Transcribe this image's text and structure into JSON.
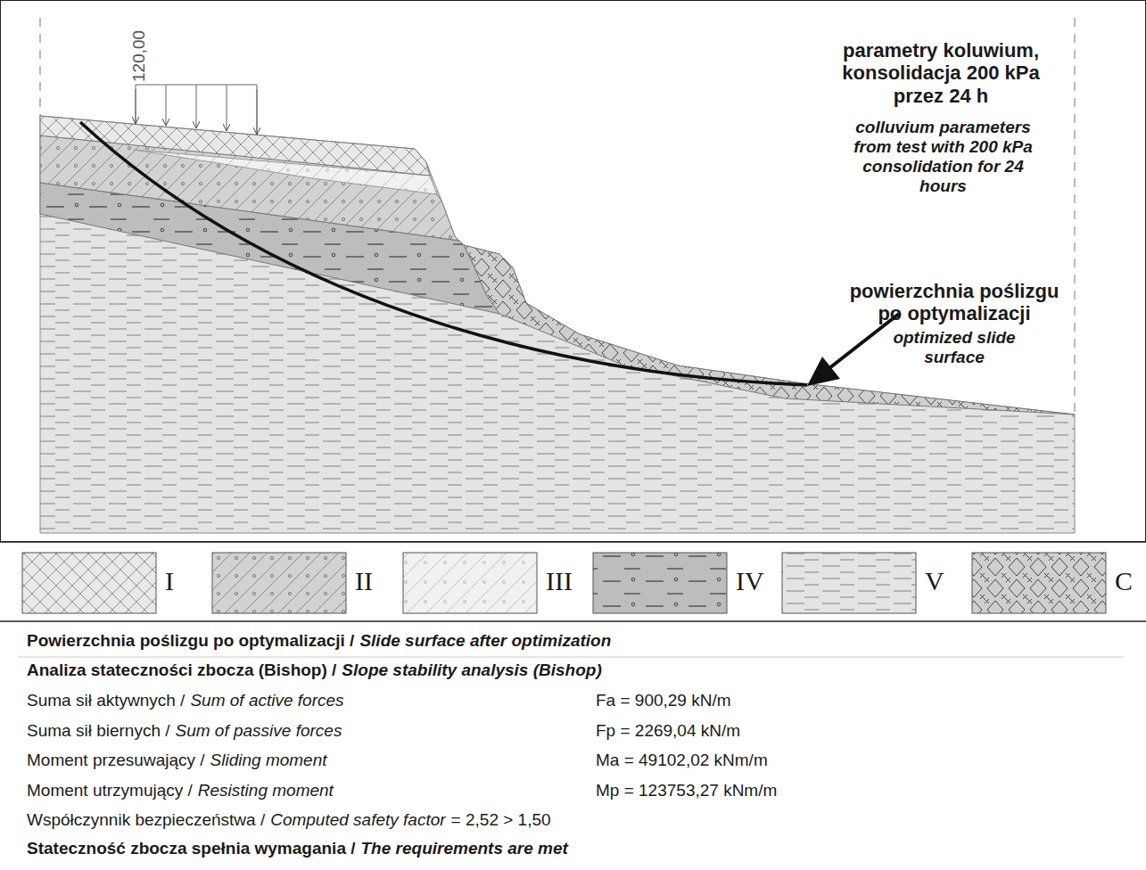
{
  "diagram": {
    "labels": [
      "120,00",
      "parametry koluwium, konsolidacja 200 kPa przez 24 h",
      "colluvium parameters from test with 200 kPa consolidation for 24 hours",
      "powierzchnia poślizgu po optymalizacji",
      "optimized slide surface",
      "Powierzchnia poślizgu po optymalizacji /",
      "Slide surface after optimization",
      "Analiza stateczności zbocza (Bishop) /",
      "Slope stability analysis (Bishop)",
      "Suma sił aktywnych /",
      "Sum of active forces",
      "Fa = 900,29 kN/m",
      "Suma sił biernych /",
      "Sum of passive forces",
      "Fp = 2269,04 kN/m",
      "Moment przesuwający /",
      "Sliding moment",
      "Ma = 49102,02 kNm/m",
      "Moment utrzymujący /",
      "Resisting moment",
      "Mp = 123753,27 kNm/m",
      "Współczynnik bezpieczeństwa /",
      "Computed safety factor",
      "= 2,52 > 1,50",
      "Stateczność zbocza spełnia wymagania /",
      "The requirements are met"
    ],
    "legend": [
      {
        "text": "I"
      },
      {
        "text": "II"
      },
      {
        "text": "III"
      },
      {
        "text": "IV"
      },
      {
        "text": "V"
      },
      {
        "text": "C"
      }
    ]
  }
}
